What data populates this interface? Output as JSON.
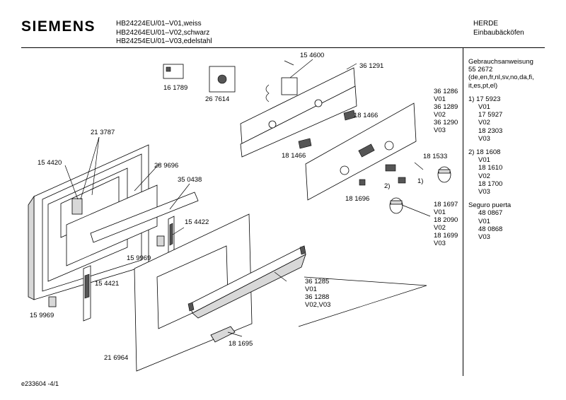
{
  "header": {
    "brand": "SIEMENS",
    "models": [
      "HB24224EU/01–V01,weiss",
      "HB24264EU/01–V02,schwarz",
      "HB24254EU/01–V03,edelstahl"
    ],
    "company": "HERDE",
    "category": "Einbaubäcköfen"
  },
  "sidebar": {
    "manual_label": "Gebrauchsanweisung",
    "manual_number": "55 2672",
    "manual_languages_1": "(de,en,fr,nl,sv,no,da,fi,",
    "manual_languages_2": "it,es,pt,el)",
    "group1": [
      {
        "text": "1) 17 5923",
        "indent": false
      },
      {
        "text": "V01",
        "indent": true
      },
      {
        "text": "17 5927",
        "indent": true
      },
      {
        "text": "V02",
        "indent": true
      },
      {
        "text": "18 2303",
        "indent": true
      },
      {
        "text": "V03",
        "indent": true
      }
    ],
    "group2": [
      {
        "text": "2) 18 1608",
        "indent": false
      },
      {
        "text": "V01",
        "indent": true
      },
      {
        "text": "18 1610",
        "indent": true
      },
      {
        "text": "V02",
        "indent": true
      },
      {
        "text": "18 1700",
        "indent": true
      },
      {
        "text": "V03",
        "indent": true
      }
    ],
    "door_lock_label": "Seguro puerta",
    "door_lock": [
      {
        "text": "48 0867",
        "indent": true
      },
      {
        "text": "V01",
        "indent": true
      },
      {
        "text": "48 0868",
        "indent": true
      },
      {
        "text": "V03",
        "indent": true
      }
    ]
  },
  "parts": {
    "p161789": "16 1789",
    "p267614": "26 7614",
    "p154600": "15 4600",
    "p361291": "36 1291",
    "variants_panel": [
      "36 1286",
      "V01",
      "36 1289",
      "V02",
      "36 1290",
      "V03"
    ],
    "p181466a": "18 1466",
    "p181466b": "18 1466",
    "p181533": "18 1533",
    "p213787": "21 3787",
    "p154420": "15 4420",
    "p289696": "28 9696",
    "p350438": "35 0438",
    "p154422": "15 4422",
    "p159969a": "15 9969",
    "p154421": "15 4421",
    "p159969b": "15 9969",
    "p181696": "18 1696",
    "mark2": "2)",
    "mark1": "1)",
    "variants_knob": [
      "18 1697",
      "V01",
      "18 2090",
      "V02",
      "18 1699",
      "V03"
    ],
    "variants_handle": [
      "36 1285",
      "V01",
      "36 1288",
      "V02,V03"
    ],
    "p181695": "18 1695",
    "p216964": "21 6964"
  },
  "footer": {
    "code": "e233604 -4/1"
  }
}
